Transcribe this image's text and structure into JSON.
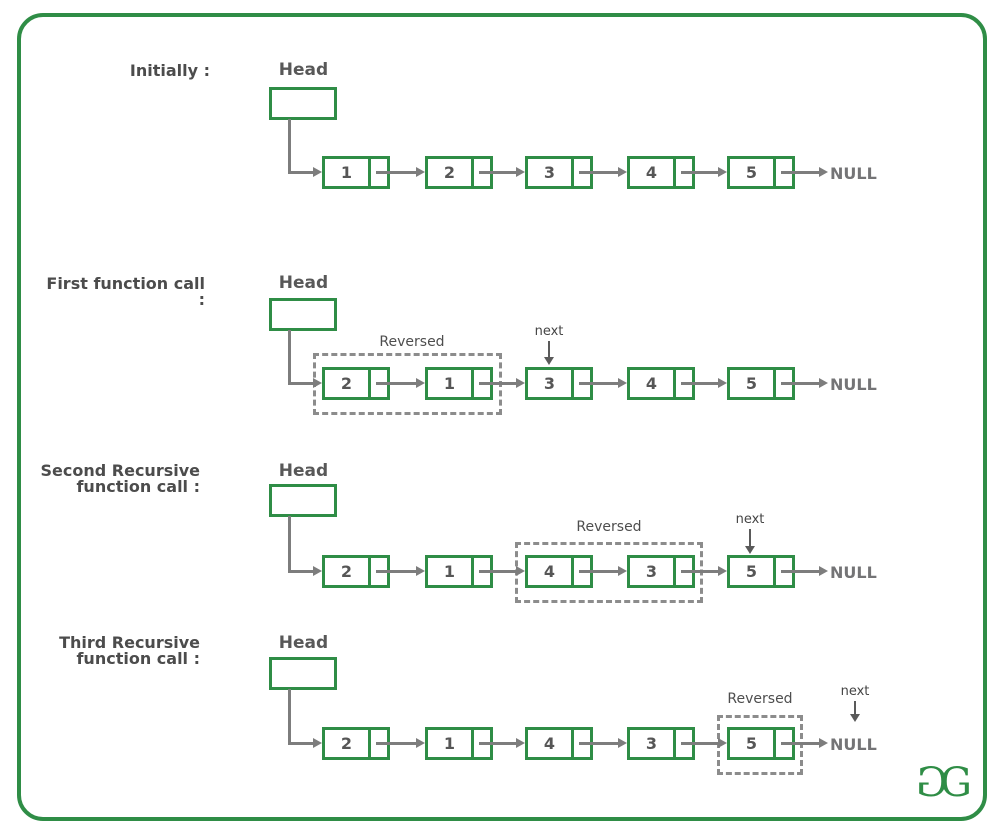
{
  "colors": {
    "green": "#2f8d46",
    "arrow_gray": "#7d7d7d",
    "dash_gray": "#8c8c8c",
    "label_dark": "#4c4c4c",
    "null_gray": "#747476"
  },
  "rows": [
    {
      "label1": "Initially :",
      "head_label": "Head",
      "nodes": [
        "1",
        "2",
        "3",
        "4",
        "5"
      ],
      "null_label": "NULL"
    },
    {
      "label1": "First function call :",
      "head_label": "Head",
      "reversed_label": "Reversed",
      "reversed_nodes": [
        "2",
        "1"
      ],
      "next_label": "next",
      "next_points_to": "3",
      "nodes": [
        "2",
        "1",
        "3",
        "4",
        "5"
      ],
      "null_label": "NULL"
    },
    {
      "label1": "Second Recursive",
      "label2": "function call :",
      "head_label": "Head",
      "reversed_label": "Reversed",
      "reversed_nodes": [
        "4",
        "3"
      ],
      "next_label": "next",
      "next_points_to": "5",
      "nodes": [
        "2",
        "1",
        "4",
        "3",
        "5"
      ],
      "null_label": "NULL"
    },
    {
      "label1": "Third Recursive",
      "label2": "function call :",
      "head_label": "Head",
      "reversed_label": "Reversed",
      "reversed_nodes": [
        "5"
      ],
      "next_label": "next",
      "next_points_to": "NULL",
      "nodes": [
        "2",
        "1",
        "4",
        "3",
        "5"
      ],
      "null_label": "NULL"
    }
  ],
  "logo": {
    "g1": "G",
    "g2": "G"
  }
}
